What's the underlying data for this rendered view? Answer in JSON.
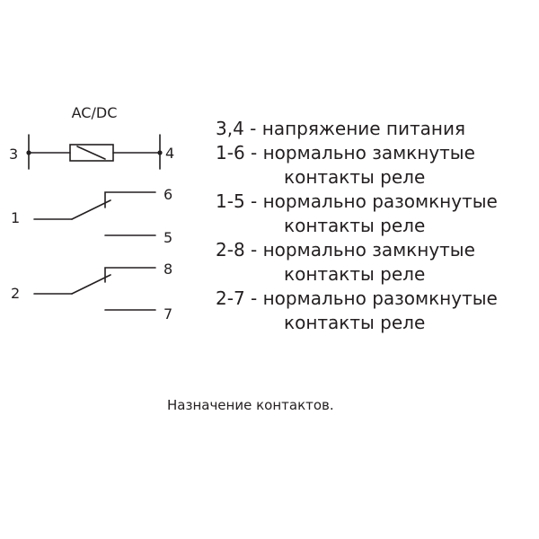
{
  "diagram": {
    "supply_label": "AC/DC",
    "terminals": {
      "t3": "3",
      "t4": "4",
      "t1": "1",
      "t6": "6",
      "t5": "5",
      "t2": "2",
      "t8": "8",
      "t7": "7"
    },
    "colors": {
      "ink": "#231f20",
      "background": "#ffffff"
    }
  },
  "legend": {
    "l1": "3,4 - напряжение питания",
    "l2": "1-6 - нормально замкнутые",
    "l3": "контакты реле",
    "l4": "1-5 - нормально разомкнутые",
    "l5": "контакты реле",
    "l6": "2-8 - нормально замкнутые",
    "l7": "контакты реле",
    "l8": "2-7 - нормально разомкнутые",
    "l9": "контакты реле"
  },
  "caption": "Назначение контактов."
}
